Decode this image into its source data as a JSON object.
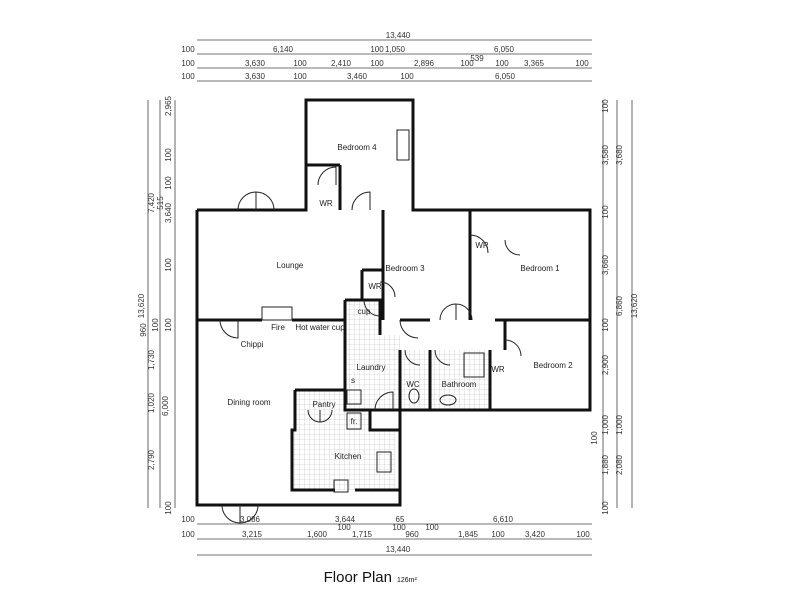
{
  "title": "Floor Plan",
  "area": "126m²",
  "rooms": {
    "bedroom4": "Bedroom 4",
    "wr_bed4": "WR",
    "lounge": "Lounge",
    "bedroom3": "Bedroom 3",
    "bedroom1": "Bedroom 1",
    "wr_bed3": "WR",
    "wr_bed1": "WR",
    "cup": "cup",
    "fire": "Fire",
    "hot_water_cup": "Hot water cup",
    "chippi": "Chippi",
    "laundry": "Laundry",
    "wc": "WC",
    "bathroom": "Bathroom",
    "wr_bed2": "WR",
    "bedroom2": "Bedroom 2",
    "dining": "Dining room",
    "pantry": "Pantry",
    "fridge": "fr.",
    "sink_label": "s",
    "kitchen": "Kitchen"
  },
  "dimensions": {
    "top": [
      "13,440",
      "100",
      "6,140",
      "100",
      "1,050",
      "6,050",
      "539",
      "100",
      "3,630",
      "100",
      "2,410",
      "100",
      "2,896",
      "100",
      "100",
      "3,365",
      "100",
      "100",
      "3,630",
      "100",
      "3,460",
      "100",
      "6,050"
    ],
    "left": [
      "13,620",
      "7,420",
      "515",
      "960",
      "100",
      "2,965",
      "100",
      "100",
      "3,640",
      "100",
      "100",
      "1,730",
      "1,020",
      "6,000",
      "2,790",
      "100"
    ],
    "right": [
      "100",
      "3,580",
      "3,680",
      "100",
      "3,660",
      "6,860",
      "13,620",
      "100",
      "2,900",
      "100",
      "1,000",
      "1,000",
      "1,880",
      "2,080",
      "100"
    ],
    "bottom": [
      "100",
      "3,086",
      "3,644",
      "65",
      "6,610",
      "100",
      "3,215",
      "1,600",
      "100",
      "1,715",
      "100",
      "960",
      "100",
      "1,845",
      "100",
      "3,420",
      "100",
      "13,440"
    ]
  }
}
